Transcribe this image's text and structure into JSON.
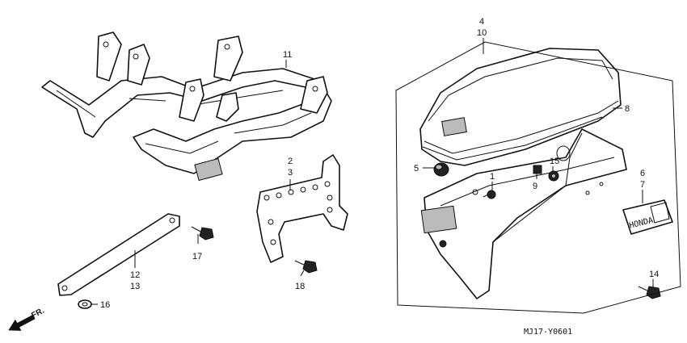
{
  "diagram": {
    "code": "MJ17-Y0601",
    "direction_label": "FR.",
    "callouts": {
      "c1": "1",
      "c2": "2",
      "c3": "3",
      "c4": "4",
      "c5": "5",
      "c6": "6",
      "c7": "7",
      "c8": "8",
      "c9": "9",
      "c10": "10",
      "c11": "11",
      "c12": "12",
      "c13": "13",
      "c14": "14",
      "c15": "15",
      "c16": "16",
      "c17": "17",
      "c18": "18"
    },
    "emblem_text": "HONDA"
  }
}
